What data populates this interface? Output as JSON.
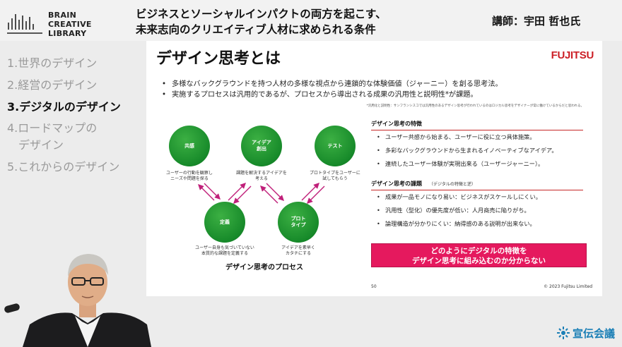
{
  "header": {
    "logo_lines": [
      "BRAIN",
      "CREATIVE",
      "LIBRARY"
    ],
    "title_line1": "ビジネスとソーシャルインパクトの両方を起こす、",
    "title_line2": "未来志向のクリエイティブ人材に求められる条件",
    "speaker": "講師：宇田 哲也氏"
  },
  "nav": {
    "items": [
      {
        "label": "1.世界のデザイン"
      },
      {
        "label": "2.経営のデザイン"
      },
      {
        "label": "3.デジタルのデザイン"
      },
      {
        "label_line1": "4.ロードマップの",
        "label_line2": "　デザイン"
      },
      {
        "label": "5.これからのデザイン"
      }
    ],
    "active_index": 2
  },
  "slide": {
    "title": "デザイン思考とは",
    "brand": "FUJITSU",
    "bullets": [
      "多様なバックグラウンドを持つ人材の多様な視点から連鎖的な体験価値（ジャーニー）を創る思考法。",
      "実施するプロセスは汎用的であるが、プロセスから導出される成果の汎用性と説明性*が課題。"
    ],
    "footnote": "*汎用化と説明性：サンフランシスコでは汎用性のあるデザイン思考が行われているのはロジカル思考をデザイナーが常に働けているからだと思われる。",
    "diagram": {
      "nodes": [
        {
          "label": "共感",
          "caption": "ユーザーの行動を観察し\nニーズや問題を探る"
        },
        {
          "label": "アイデア\n創出",
          "caption": "課題を解決するアイデアを\n考える"
        },
        {
          "label": "テスト",
          "caption": "プロトタイプをユーザーに\n試してもらう"
        },
        {
          "label": "定義",
          "caption": "ユーザー自身も気づいていない\n本質的な課題を定義する"
        },
        {
          "label": "プロト\nタイプ",
          "caption": "アイデアを素早く\nカタチにする"
        }
      ],
      "caption": "デザイン思考のプロセス"
    },
    "features": {
      "heading": "デザイン思考の特徴",
      "items": [
        "ユーザー共感から始まる、ユーザーに役に立つ具体施策。",
        "多彩なバックグラウンドから生まれるイノベーティブなアイデア。",
        "連続したユーザー体験が実現出来る（ユーザージャーニー）。"
      ]
    },
    "issues": {
      "heading": "デザイン思考の課題",
      "subheading": "（デジタルの特徴と逆）",
      "items": [
        "成果が一品モノになり易い：ビジネスがスケールしにくい。",
        "汎用性（型化）の優先度が低い：人月商売に陥りがち。",
        "論理構造が分かりにくい：納得感のある説明が出来ない。"
      ]
    },
    "banner_line1": "どのようにデジタルの特徴を",
    "banner_line2": "デザイン思考に組み込むのか分からない",
    "page_number": "50",
    "copyright": "© 2023 Fujitsu Limited"
  },
  "brand_footer": "宣伝会議",
  "colors": {
    "accent_red": "#c62828",
    "banner_pink": "#e5195e",
    "node_green": "#178a2a",
    "arrow_purple": "#c0207a",
    "brand_blue": "#1b7fb6"
  }
}
